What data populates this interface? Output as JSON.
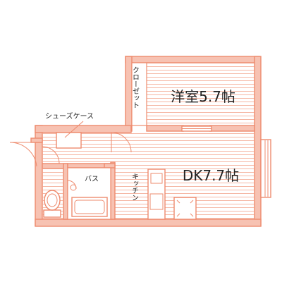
{
  "plan": {
    "western_room": {
      "name": "洋室",
      "size": "5.7帖"
    },
    "closet": {
      "label": "クローゼット"
    },
    "dk": {
      "name": "DK",
      "size": "7.7帖"
    },
    "bath": {
      "label": "バス"
    },
    "kitchen": {
      "label": "キッチン"
    },
    "shoe_case": {
      "label": "シューズケース"
    }
  },
  "colors": {
    "wall_fill": "#f7c2b2",
    "line": "#ee8b6e",
    "text": "#222222"
  }
}
